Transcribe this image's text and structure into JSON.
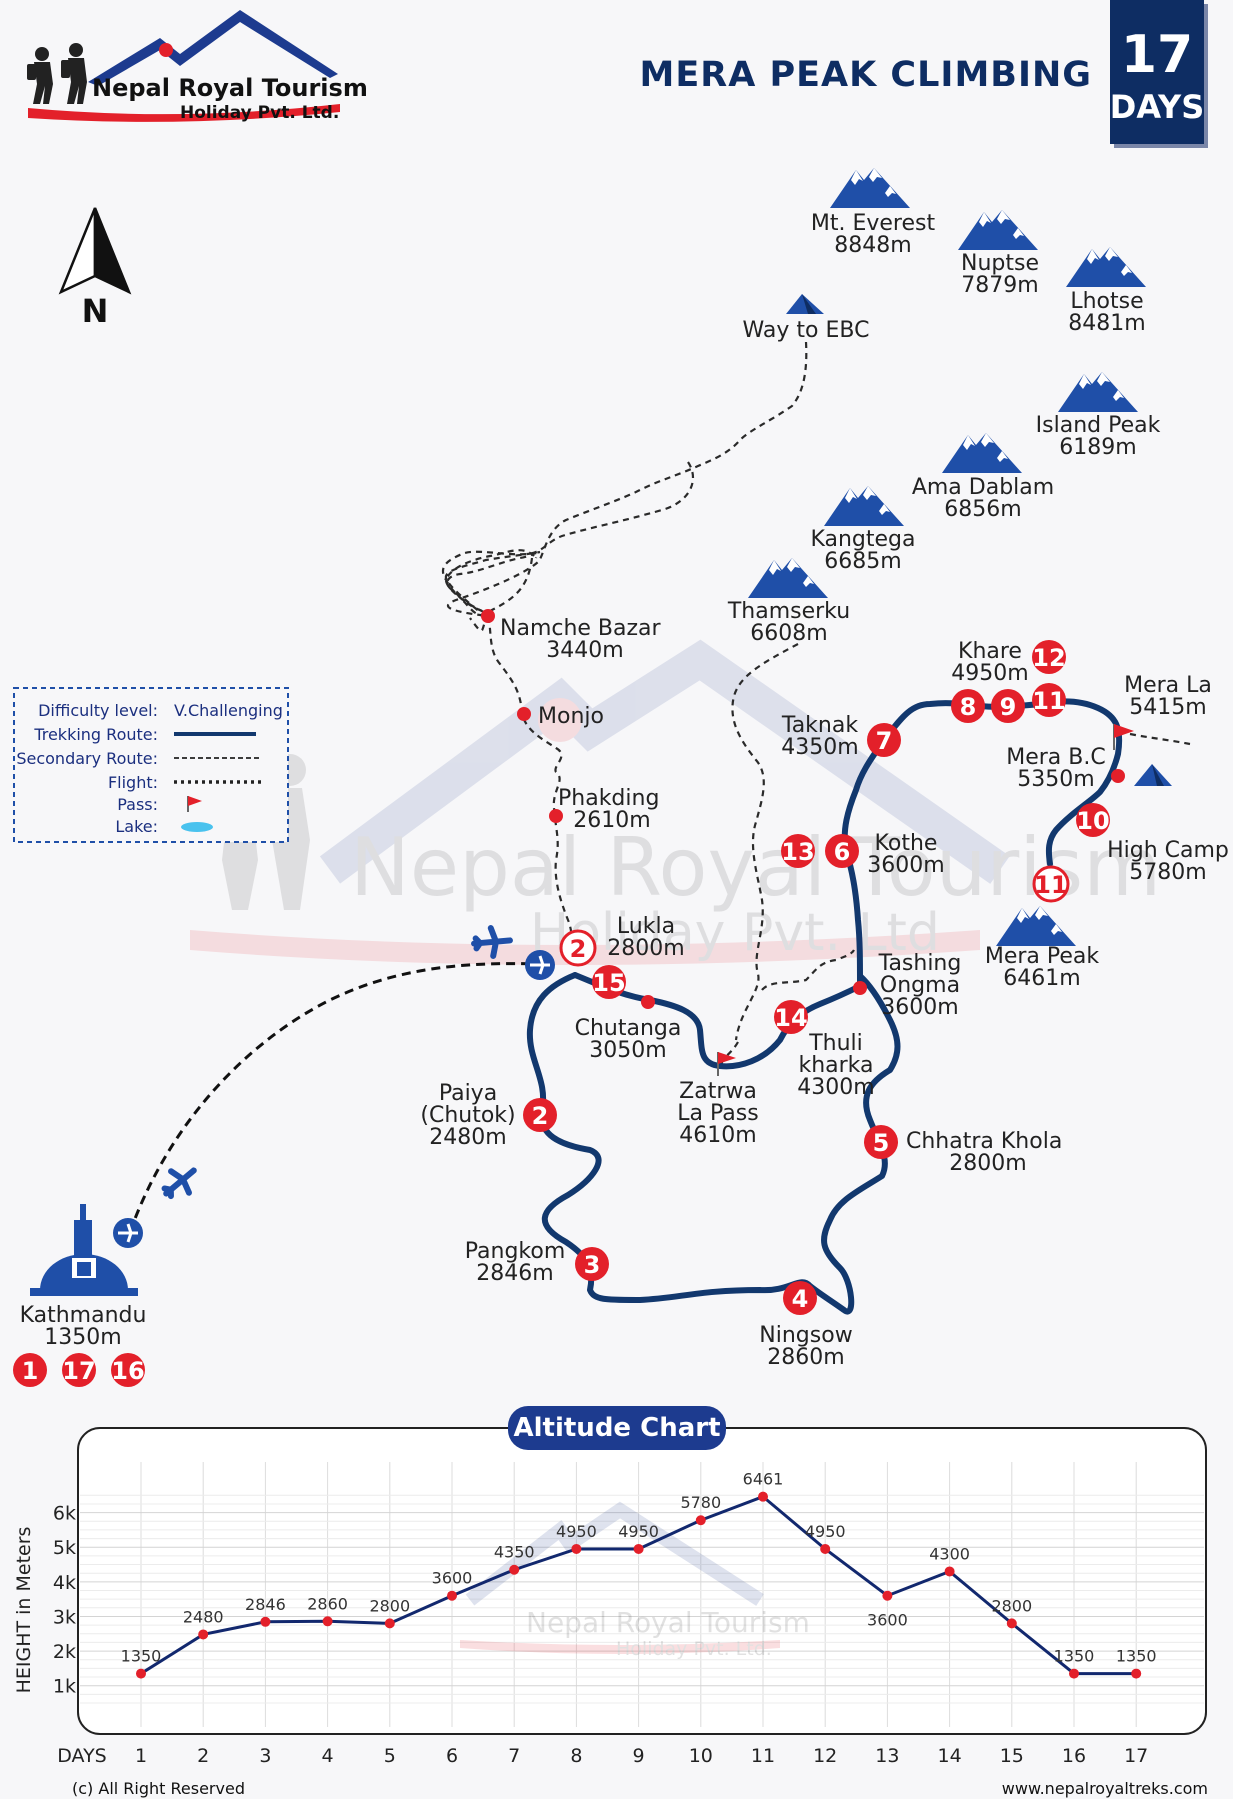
{
  "brand": {
    "name": "Nepal Royal Tourism",
    "sub": "Holiday Pvt. Ltd.",
    "wm_name": "Nepal Royal Tourism",
    "wm_sub": "Holiday Pvt. Ltd"
  },
  "title": "MERA PEAK CLIMBING",
  "duration": {
    "number": "17",
    "unit": "DAYS"
  },
  "compass": "N",
  "mountains": [
    {
      "name": "Mt. Everest",
      "height": "8848m"
    },
    {
      "name": "Nuptse",
      "height": "7879m"
    },
    {
      "name": "Lhotse",
      "height": "8481m"
    },
    {
      "name": "Island Peak",
      "height": "6189m"
    },
    {
      "name": "Ama Dablam",
      "height": "6856m"
    },
    {
      "name": "Kangtega",
      "height": "6685m"
    },
    {
      "name": "Thamserku",
      "height": "6608m"
    }
  ],
  "way_to_ebc": "Way to EBC",
  "places": [
    {
      "name": "Namche Bazar",
      "alt": "3440m"
    },
    {
      "name": "Monjo",
      "alt": ""
    },
    {
      "name": "Phakding",
      "alt": "2610m"
    },
    {
      "name": "Lukla",
      "alt": "2800m"
    },
    {
      "name": "Chutanga",
      "alt": "3050m"
    },
    {
      "name": "Paiya",
      "name2": "(Chutok)",
      "alt": "2480m"
    },
    {
      "name": "Pangkom",
      "alt": "2846m"
    },
    {
      "name": "Ningsow",
      "alt": "2860m"
    },
    {
      "name": "Chhatra Khola",
      "alt": "2800m"
    },
    {
      "name": "Tashing",
      "name2": "Ongma",
      "alt": "3600m"
    },
    {
      "name": "Thuli",
      "name2": "kharka",
      "alt": "4300m"
    },
    {
      "name": "Zatrwa",
      "name2": "La Pass",
      "alt": "4610m"
    },
    {
      "name": "Kothe",
      "alt": "3600m"
    },
    {
      "name": "Taknak",
      "alt": "4350m"
    },
    {
      "name": "Khare",
      "alt": "4950m"
    },
    {
      "name": "Mera La",
      "alt": "5415m"
    },
    {
      "name": "Mera B.C",
      "alt": "5350m"
    },
    {
      "name": "High Camp",
      "alt": "5780m"
    },
    {
      "name": "Mera Peak",
      "alt": "6461m"
    },
    {
      "name": "Kathmandu",
      "alt": "1350m"
    }
  ],
  "day_markers": [
    "1",
    "17",
    "16",
    "2",
    "15",
    "2",
    "3",
    "4",
    "5",
    "14",
    "13",
    "6",
    "7",
    "8",
    "9",
    "11",
    "12",
    "10",
    "11"
  ],
  "legend": {
    "difficulty_label": "Difficulty level:",
    "difficulty_value": "V.Challenging",
    "trekking": "Trekking Route:",
    "secondary": "Secondary Route:",
    "flight": "Flight:",
    "pass": "Pass:",
    "lake": "Lake:"
  },
  "footer": {
    "copyright": "(c) All Right Reserved",
    "website": "www.nepalroyaltreks.com"
  },
  "colors": {
    "navy": "#0e2d63",
    "red": "#e3202a",
    "route": "#12386e",
    "mountain": "#1f4fa8"
  },
  "chart_data": {
    "type": "line",
    "title": "Altitude Chart",
    "xlabel": "DAYS",
    "ylabel": "HEIGHT in Meters",
    "x": [
      1,
      2,
      3,
      4,
      5,
      6,
      7,
      8,
      9,
      10,
      11,
      12,
      13,
      14,
      15,
      16,
      17
    ],
    "values": [
      1350,
      2480,
      2846,
      2860,
      2800,
      3600,
      4350,
      4950,
      4950,
      5780,
      6461,
      4950,
      3600,
      4300,
      2800,
      1350,
      1350
    ],
    "yticks": [
      {
        "v": 1000,
        "label": "1k"
      },
      {
        "v": 2000,
        "label": "2k"
      },
      {
        "v": 3000,
        "label": "3k"
      },
      {
        "v": 4000,
        "label": "4k"
      },
      {
        "v": 5000,
        "label": "5k"
      },
      {
        "v": 6000,
        "label": "6k"
      }
    ],
    "ylim": [
      500,
      7000
    ],
    "grid": true
  }
}
